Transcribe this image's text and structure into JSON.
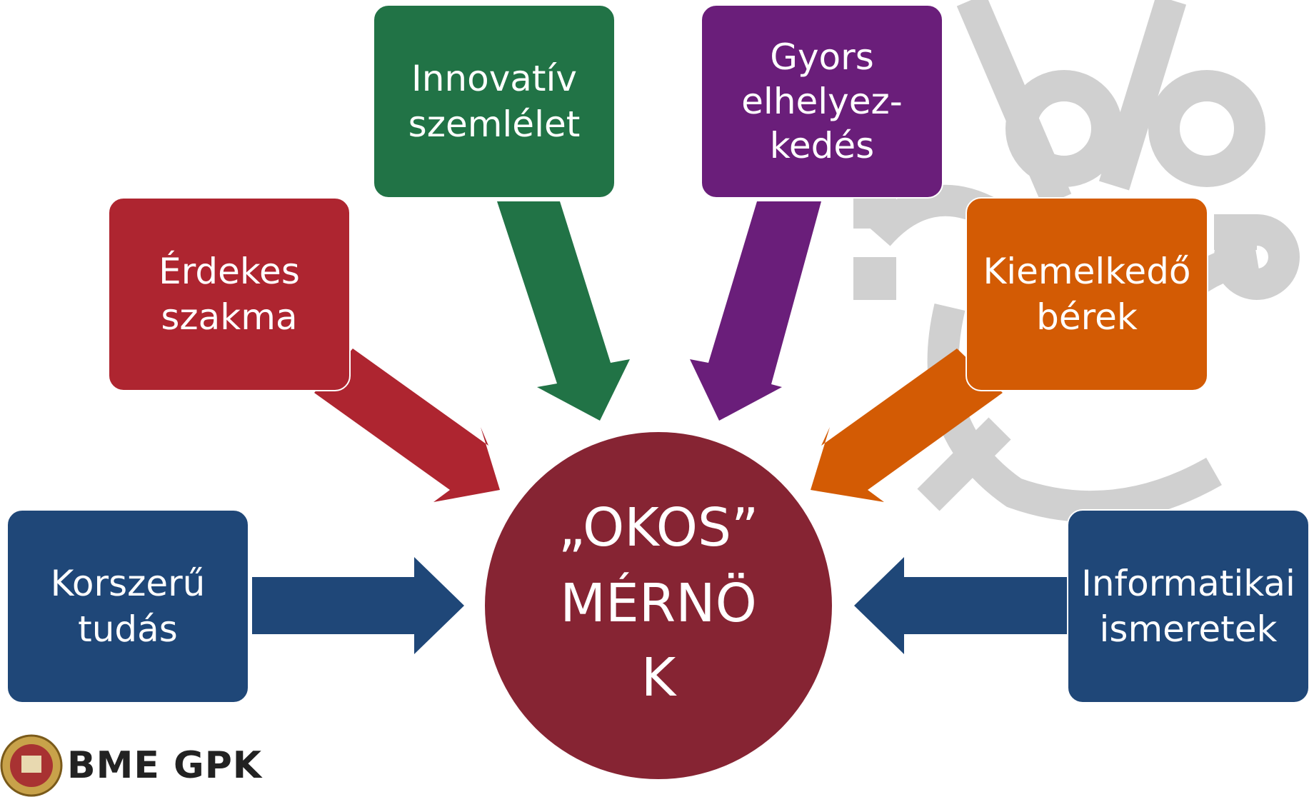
{
  "colors": {
    "blue": "#1f4778",
    "red": "#ae2530",
    "green": "#217346",
    "purple": "#6a1e7a",
    "orange": "#d35b04",
    "center": "#862433",
    "emblem": "#d0d0d0"
  },
  "diagram": {
    "center": {
      "title": "„OKOS”",
      "subtitle": "MÉRNÖK"
    },
    "boxes": [
      {
        "id": "korszeru",
        "label": "Korszerű\ntudás",
        "color": "blue"
      },
      {
        "id": "erdekes",
        "label": "Érdekes\nszakma",
        "color": "red"
      },
      {
        "id": "innovativ",
        "label": "Innovatív\nszemlélet",
        "color": "green"
      },
      {
        "id": "gyors",
        "label": "Gyors\nelhelyez-\nkedés",
        "color": "purple"
      },
      {
        "id": "kiemelkedo",
        "label": "Kiemelkedő\nbérek",
        "color": "orange"
      },
      {
        "id": "informatikai",
        "label": "Informatikai\nismeretek",
        "color": "blue"
      }
    ]
  },
  "logo": {
    "text": "BME GPK",
    "icon": "bme-seal-icon"
  }
}
